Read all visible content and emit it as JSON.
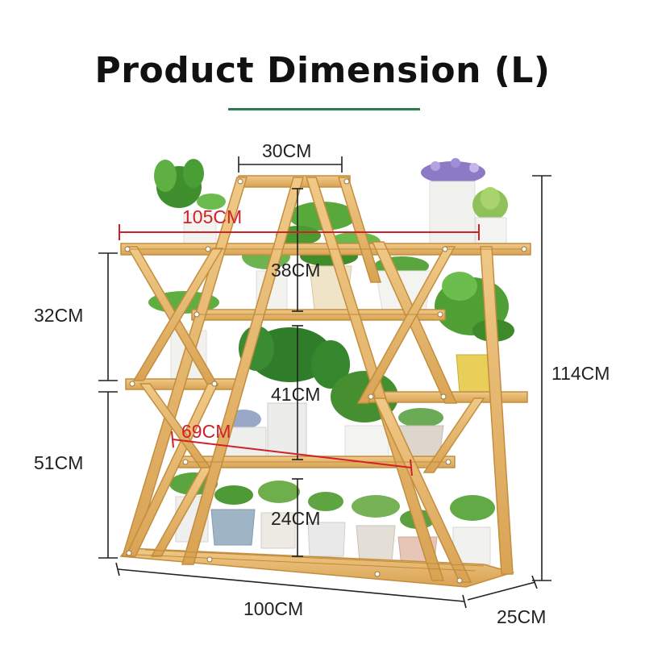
{
  "title": "Product Dimension (L)",
  "colors": {
    "accent_line": "#2e7d4f",
    "dimension_red": "#d0202a",
    "wood": "#e2b56c",
    "wood_dark": "#c8913f"
  },
  "dimensions": {
    "top_width": "30CM",
    "total_width_red": "105CM",
    "tier_gap_top": "38CM",
    "left_upper_height": "32CM",
    "total_height": "114CM",
    "tier_gap_mid": "41CM",
    "shelf_width_red": "69CM",
    "left_lower_height": "51CM",
    "tier_gap_bottom": "24CM",
    "base_length": "100CM",
    "depth": "25CM"
  }
}
